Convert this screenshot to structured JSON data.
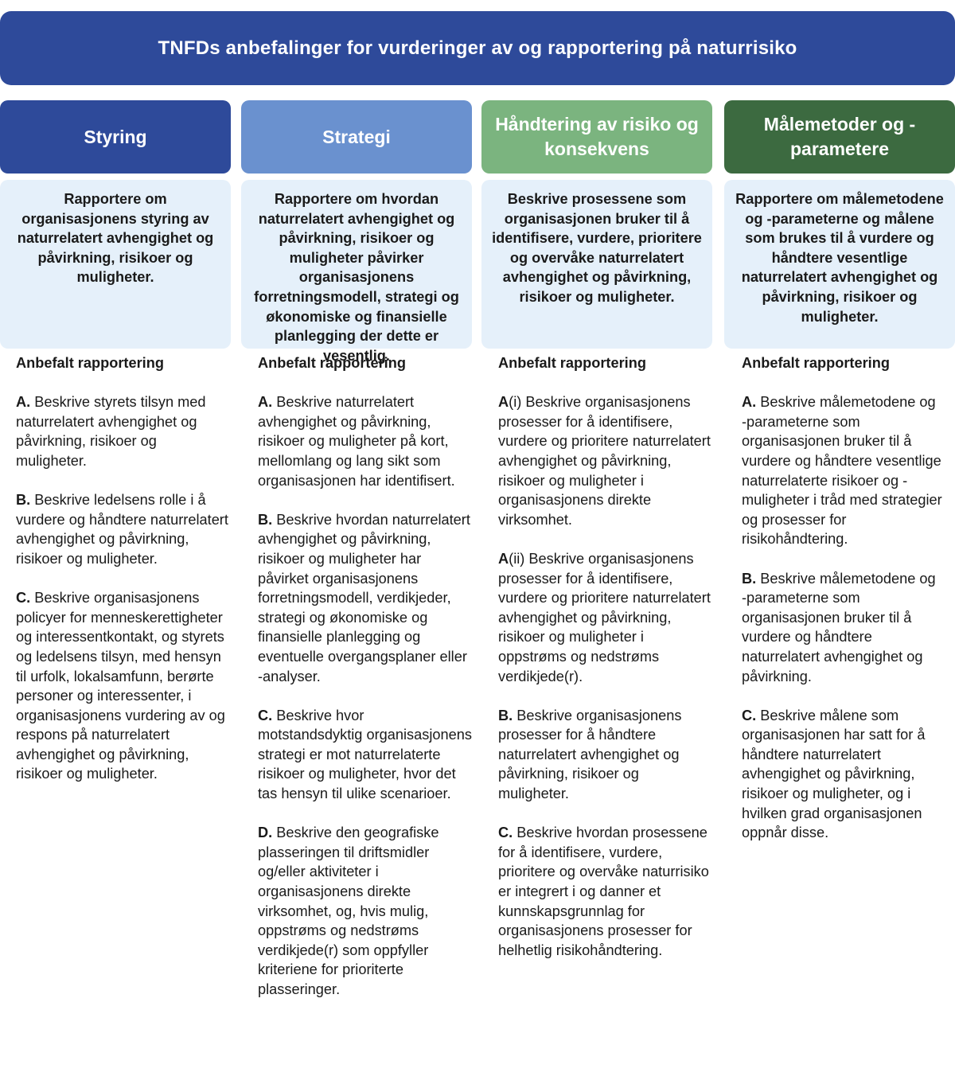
{
  "title": "TNFDs anbefalinger for vurderinger av og rapportering på naturrisiko",
  "colors": {
    "banner": "#2e4a9a",
    "styring": "#2e4a9a",
    "strategi": "#6a91cf",
    "risiko": "#7bb47f",
    "maal": "#3c6a40",
    "description_bg": "#e5f0fa"
  },
  "columns": [
    {
      "heading": "Styring",
      "description": "Rapportere om organisasjonens styring av naturrelatert avhengighet og påvirkning, risikoer og muligheter.",
      "section_title": "Anbefalt rapportering",
      "items": [
        {
          "label": "A.",
          "text": " Beskrive styrets tilsyn med naturrelatert avhengighet og påvirkning, risikoer og muligheter."
        },
        {
          "label": "B.",
          "text": " Beskrive ledelsens rolle i å vurdere og håndtere naturrelatert avhengighet og påvirkning, risikoer og muligheter."
        },
        {
          "label": "C.",
          "text": " Beskrive organisasjonens policyer for menneskerettigheter og interessentkontakt, og styrets og ledelsens tilsyn, med hensyn til urfolk, lokalsamfunn, berørte personer og interessenter, i organisasjonens vurdering av og respons på naturrelatert avhengighet og påvirkning, risikoer og muligheter."
        }
      ]
    },
    {
      "heading": "Strategi",
      "description": "Rapportere om hvordan naturrelatert avhengighet og påvirkning, risikoer og muligheter påvirker organisasjonens forretningsmodell, strategi og økonomiske og finansielle planlegging der dette er vesentlig.",
      "section_title": "Anbefalt rapportering",
      "items": [
        {
          "label": "A.",
          "text": " Beskrive naturrelatert avhengighet og påvirkning, risikoer og muligheter på kort, mellomlang og lang sikt som organisasjonen har identifisert."
        },
        {
          "label": "B.",
          "text": " Beskrive hvordan naturrelatert avhengighet og påvirkning, risikoer og muligheter har påvirket organisasjonens forretningsmodell, verdikjeder, strategi og økonomiske og finansielle planlegging og eventuelle overgangsplaner eller -analyser."
        },
        {
          "label": "C.",
          "text": " Beskrive hvor motstandsdyktig organisasjonens strategi er mot naturrelaterte risikoer og muligheter, hvor det tas hensyn til ulike scenarioer."
        },
        {
          "label": "D.",
          "text": " Beskrive den geografiske plasseringen til driftsmidler og/eller aktiviteter i organisasjonens direkte virksomhet, og, hvis mulig, oppstrøms og nedstrøms verdikjede(r) som oppfyller kriteriene for prioriterte plasseringer."
        }
      ]
    },
    {
      "heading": "Håndtering av risiko og konsekvens",
      "description": "Beskrive prosessene som organisasjonen bruker til å identifisere, vurdere, prioritere og overvåke naturrelatert avhengighet og påvirkning, risikoer og muligheter.",
      "section_title": "Anbefalt rapportering",
      "items": [
        {
          "label": "A",
          "text": "(i) Beskrive organisasjonens prosesser for å identifisere, vurdere og prioritere naturrelatert avhengighet og påvirkning, risikoer og muligheter i organisasjonens direkte virksomhet."
        },
        {
          "label": "A",
          "text": "(ii) Beskrive organisasjonens prosesser for å identifisere, vurdere og prioritere naturrelatert avhengighet og påvirkning, risikoer og muligheter i oppstrøms og nedstrøms verdikjede(r)."
        },
        {
          "label": "B.",
          "text": " Beskrive organisasjonens prosesser for å håndtere naturrelatert avhengighet og påvirkning, risikoer og muligheter."
        },
        {
          "label": "C.",
          "text": " Beskrive hvordan prosessene for å identifisere, vurdere, prioritere og overvåke naturrisiko er integrert i og danner et kunnskapsgrunnlag for organisasjonens prosesser for helhetlig risikohåndtering."
        }
      ]
    },
    {
      "heading": "Målemetoder og -parametere",
      "description": "Rapportere om målemetodene og -parameterne og målene som brukes til å vurdere og håndtere vesentlige naturrelatert avhengighet og påvirkning, risikoer og muligheter.",
      "section_title": "Anbefalt rapportering",
      "items": [
        {
          "label": "A.",
          "text": " Beskrive målemetodene og -parameterne som organisasjonen bruker til å vurdere og håndtere vesentlige naturrelaterte risikoer og -muligheter i tråd med strategier og prosesser for risikohåndtering."
        },
        {
          "label": "B.",
          "text": " Beskrive målemetodene og -parameterne som organisasjonen bruker til å vurdere og håndtere naturrelatert avhengighet og påvirkning."
        },
        {
          "label": "C.",
          "text": " Beskrive målene som organisasjonen har satt for å håndtere naturrelatert avhengighet og påvirkning, risikoer og muligheter, og i hvilken grad organisasjonen oppnår disse."
        }
      ]
    }
  ]
}
